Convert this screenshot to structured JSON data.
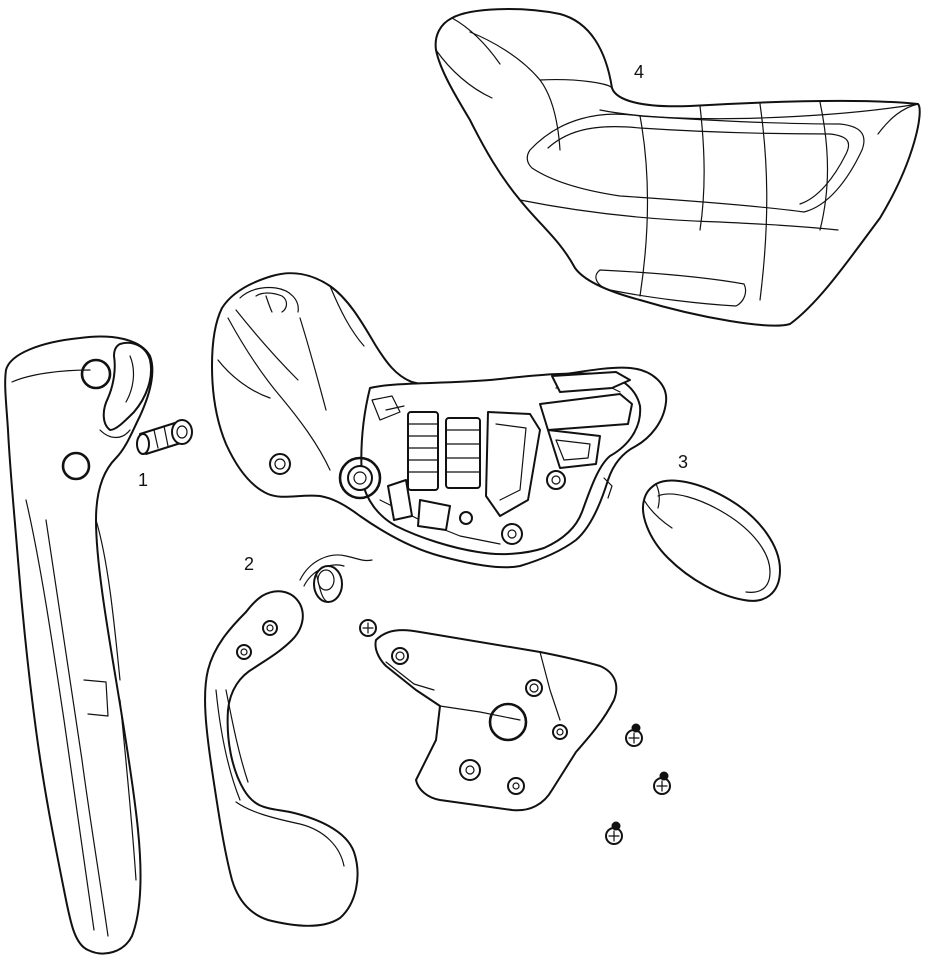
{
  "diagram": {
    "callouts": [
      {
        "id": "part-1",
        "label": "1"
      },
      {
        "id": "part-2",
        "label": "2"
      },
      {
        "id": "part-3",
        "label": "3"
      },
      {
        "id": "part-4",
        "label": "4"
      }
    ]
  }
}
